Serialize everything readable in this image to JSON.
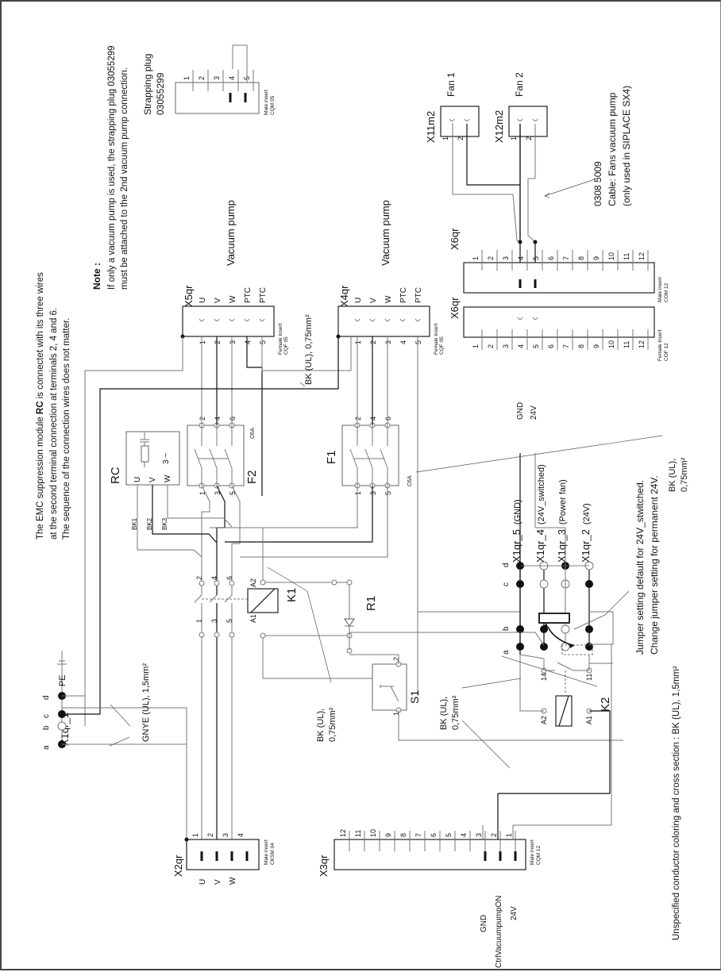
{
  "notes": {
    "emc_lines": [
      "The EMC suppression module ",
      "RC",
      " is connectet with its three wires",
      "at the second terminal connection at terminals 2, 4 and 6.",
      "The sequence of the connection wires does not matter."
    ],
    "note_title": "Note :",
    "note_lines": [
      "If only a vacuum pump is used, the strapping plug 03055299",
      "must be attached to the 2nd vacuum pump connection."
    ],
    "jumper_lines": [
      "Jumper setting default for 24V_stwitched.",
      "Change jumper setting for permanent 24V."
    ],
    "footer": "Unspecified conductor coloring and cross section :  BK (UL), 1,5mm²"
  },
  "wire_labels": {
    "gnye": "GNYE (UL), 1,5mm²",
    "bk075_inline": "BK (UL), 0,75mm²",
    "bk075_a": "BK (UL),",
    "bk075_b": "0,75mm²"
  },
  "strapping_plug": {
    "title": "Strapping plug",
    "part": "03055299",
    "pins": [
      "1",
      "2",
      "3",
      "4",
      "5"
    ],
    "insert": [
      "Male insert",
      "CQM 05"
    ]
  },
  "fans": [
    {
      "connector": "X11m2",
      "name": "Fan 1",
      "pins": [
        "1",
        "2"
      ]
    },
    {
      "connector": "X12m2",
      "name": "Fan 2",
      "pins": [
        "1",
        "2"
      ]
    }
  ],
  "fan_cable": {
    "part": "0308 5009",
    "name": "Cable: Fans vacuum pump",
    "note": "(only used in SIPLACE SX4)"
  },
  "x5qr": {
    "name": "X5qr",
    "title": "Vacuum pump",
    "pins": [
      "1",
      "2",
      "3",
      "4",
      "5"
    ],
    "signals": [
      "U",
      "V",
      "W",
      "PTC",
      "PTC"
    ],
    "insert": [
      "Female insert",
      "CQF 05"
    ]
  },
  "x4qr": {
    "name": "X4qr",
    "title": "Vacuum pump",
    "pins": [
      "1",
      "2",
      "3",
      "4",
      "5"
    ],
    "signals": [
      "U",
      "V",
      "W",
      "PTC",
      "PTC"
    ],
    "insert": [
      "Female insert",
      "CQF 05"
    ]
  },
  "x6qr_male": {
    "name": "X6qr",
    "pins": [
      "1",
      "2",
      "3",
      "4",
      "5",
      "6",
      "7",
      "8",
      "9",
      "10",
      "11",
      "12"
    ],
    "insert": [
      "Male insert",
      "COM 12"
    ]
  },
  "x6qr_female": {
    "name": "X6qr",
    "pins": [
      "1",
      "2",
      "3",
      "4",
      "5",
      "6",
      "7",
      "8",
      "9",
      "10",
      "11",
      "12"
    ],
    "insert": [
      "Female insert",
      "COF 12"
    ],
    "signals": {
      "gnd": "GND",
      "v24": "24V"
    }
  },
  "rc": {
    "name": "RC",
    "terminals": [
      "U",
      "V",
      "W"
    ],
    "wires": [
      "BK1",
      "BK2",
      "BK3"
    ],
    "symbol": "3 ~"
  },
  "f2": {
    "name": "F2",
    "rating": "C6A",
    "top_pins": [
      "2",
      "4",
      "6"
    ],
    "bottom_pins": [
      "1",
      "3",
      "5"
    ]
  },
  "f1": {
    "name": "F1",
    "rating": "C6A",
    "top_pins": [
      "2",
      "4",
      "6"
    ],
    "bottom_pins": [
      "1",
      "3",
      "5"
    ]
  },
  "k1": {
    "name": "K1",
    "coil": [
      "A1",
      "A2"
    ],
    "contacts_top": [
      "2",
      "4",
      "6"
    ],
    "contacts_bottom": [
      "1",
      "3",
      "5"
    ]
  },
  "r1": {
    "name": "R1"
  },
  "s1": {
    "name": "S1",
    "pins": [
      "1",
      "2"
    ]
  },
  "k2": {
    "name": "K2",
    "coil": [
      "A1",
      "A2"
    ],
    "contacts": [
      "14",
      "11"
    ]
  },
  "x1qr_1": {
    "name": "X1qr_1",
    "columns": [
      "a",
      "b",
      "c",
      "d"
    ],
    "pe": "PE"
  },
  "x1qr_rows": [
    {
      "name": "X1qr_5",
      "desc": "(GND)"
    },
    {
      "name": "X1qr_4",
      "desc": "(24V_switched)"
    },
    {
      "name": "X1qr_3",
      "desc": "(Power fan)"
    },
    {
      "name": "X1qr_2",
      "desc": "(24V)"
    }
  ],
  "x1qr_cols": [
    "a",
    "b",
    "c",
    "d"
  ],
  "x2qr": {
    "name": "X2qr",
    "pins": [
      "1",
      "2",
      "3",
      "4"
    ],
    "signals": [
      "U",
      "V",
      "W"
    ],
    "insert": [
      "Male insert",
      "CKSM 04"
    ]
  },
  "x3qr": {
    "name": "X3qr",
    "pins": [
      "12",
      "11",
      "10",
      "9",
      "8",
      "7",
      "6",
      "5",
      "4",
      "3",
      "2",
      "1"
    ],
    "signals": [
      "GND",
      "CtrlVacuumpumpON",
      "24V"
    ],
    "insert": [
      "Male insert",
      "CQM 12"
    ]
  }
}
